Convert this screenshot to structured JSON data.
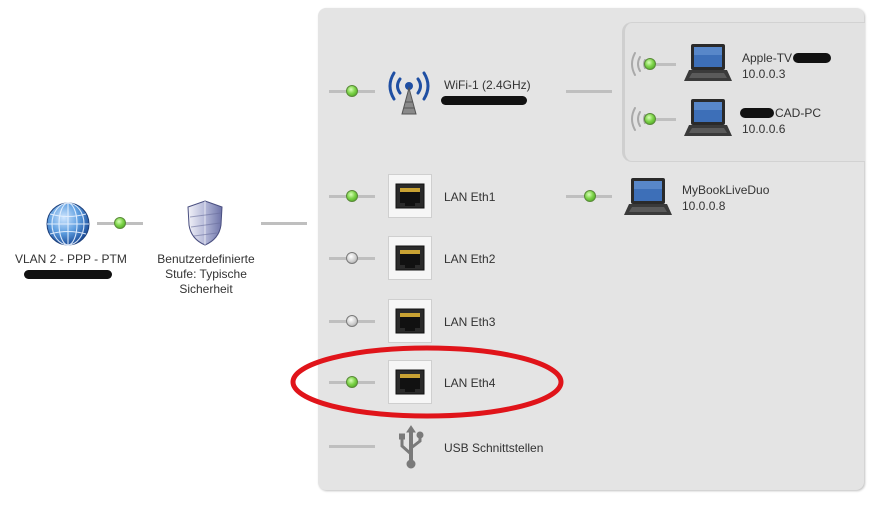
{
  "internet": {
    "label": "VLAN 2 - PPP - PTM"
  },
  "firewall": {
    "label_line1": "Benutzerdefinierte",
    "label_line2": "Stufe: Typische",
    "label_line3": "Sicherheit"
  },
  "wifi": {
    "label": "WiFi-1 (2.4GHz)",
    "status": "connected",
    "clients": [
      {
        "name": "Apple-TV",
        "ip": "10.0.0.3"
      },
      {
        "name": "CAD-PC",
        "ip": "10.0.0.6"
      }
    ]
  },
  "lan_ports": [
    {
      "label": "LAN Eth1",
      "status": "connected"
    },
    {
      "label": "LAN Eth2",
      "status": "disconnected"
    },
    {
      "label": "LAN Eth3",
      "status": "disconnected"
    },
    {
      "label": "LAN Eth4",
      "status": "connected"
    }
  ],
  "lan_devices": [
    {
      "name": "MyBookLiveDuo",
      "ip": "10.0.0.8"
    }
  ],
  "usb": {
    "label": "USB Schnittstellen"
  },
  "annotation": {
    "highlight_color": "#e0141a",
    "highlighted_port": "LAN Eth4"
  },
  "colors": {
    "led_green": "#5dbb2e",
    "panel_bg": "#e4e4e4",
    "wifi_blue": "#1f4fa3"
  }
}
